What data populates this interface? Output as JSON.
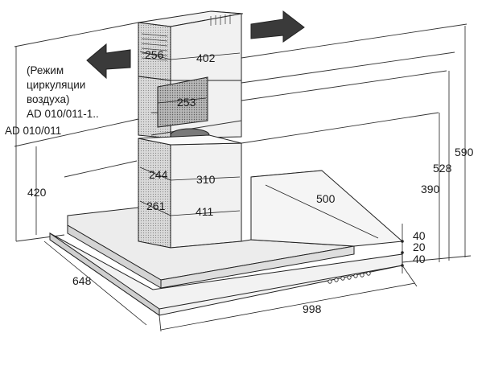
{
  "notes": {
    "mode_line1": "(Режим",
    "mode_line2": "циркуляции",
    "mode_line3": "воздуха)",
    "model_circ": "AD 010/011-1..",
    "model_std": "AD 010/011"
  },
  "dimensions": {
    "d256": "256",
    "d402": "402",
    "d253": "253",
    "d244": "244",
    "d310": "310",
    "d261": "261",
    "d411": "411",
    "d420": "420",
    "d500": "500",
    "d390": "390",
    "d528": "528",
    "d590": "590",
    "d40a": "40",
    "d20": "20",
    "d40b": "40",
    "d648": "648",
    "d998": "998"
  },
  "icons": {
    "left_arrow": "arrow-left-icon",
    "right_arrow": "arrow-right-icon"
  },
  "colors": {
    "line": "#222222",
    "shade_dark": "#9a9a9a",
    "shade_mid": "#cfcfcf",
    "shade_light": "#ececec"
  }
}
